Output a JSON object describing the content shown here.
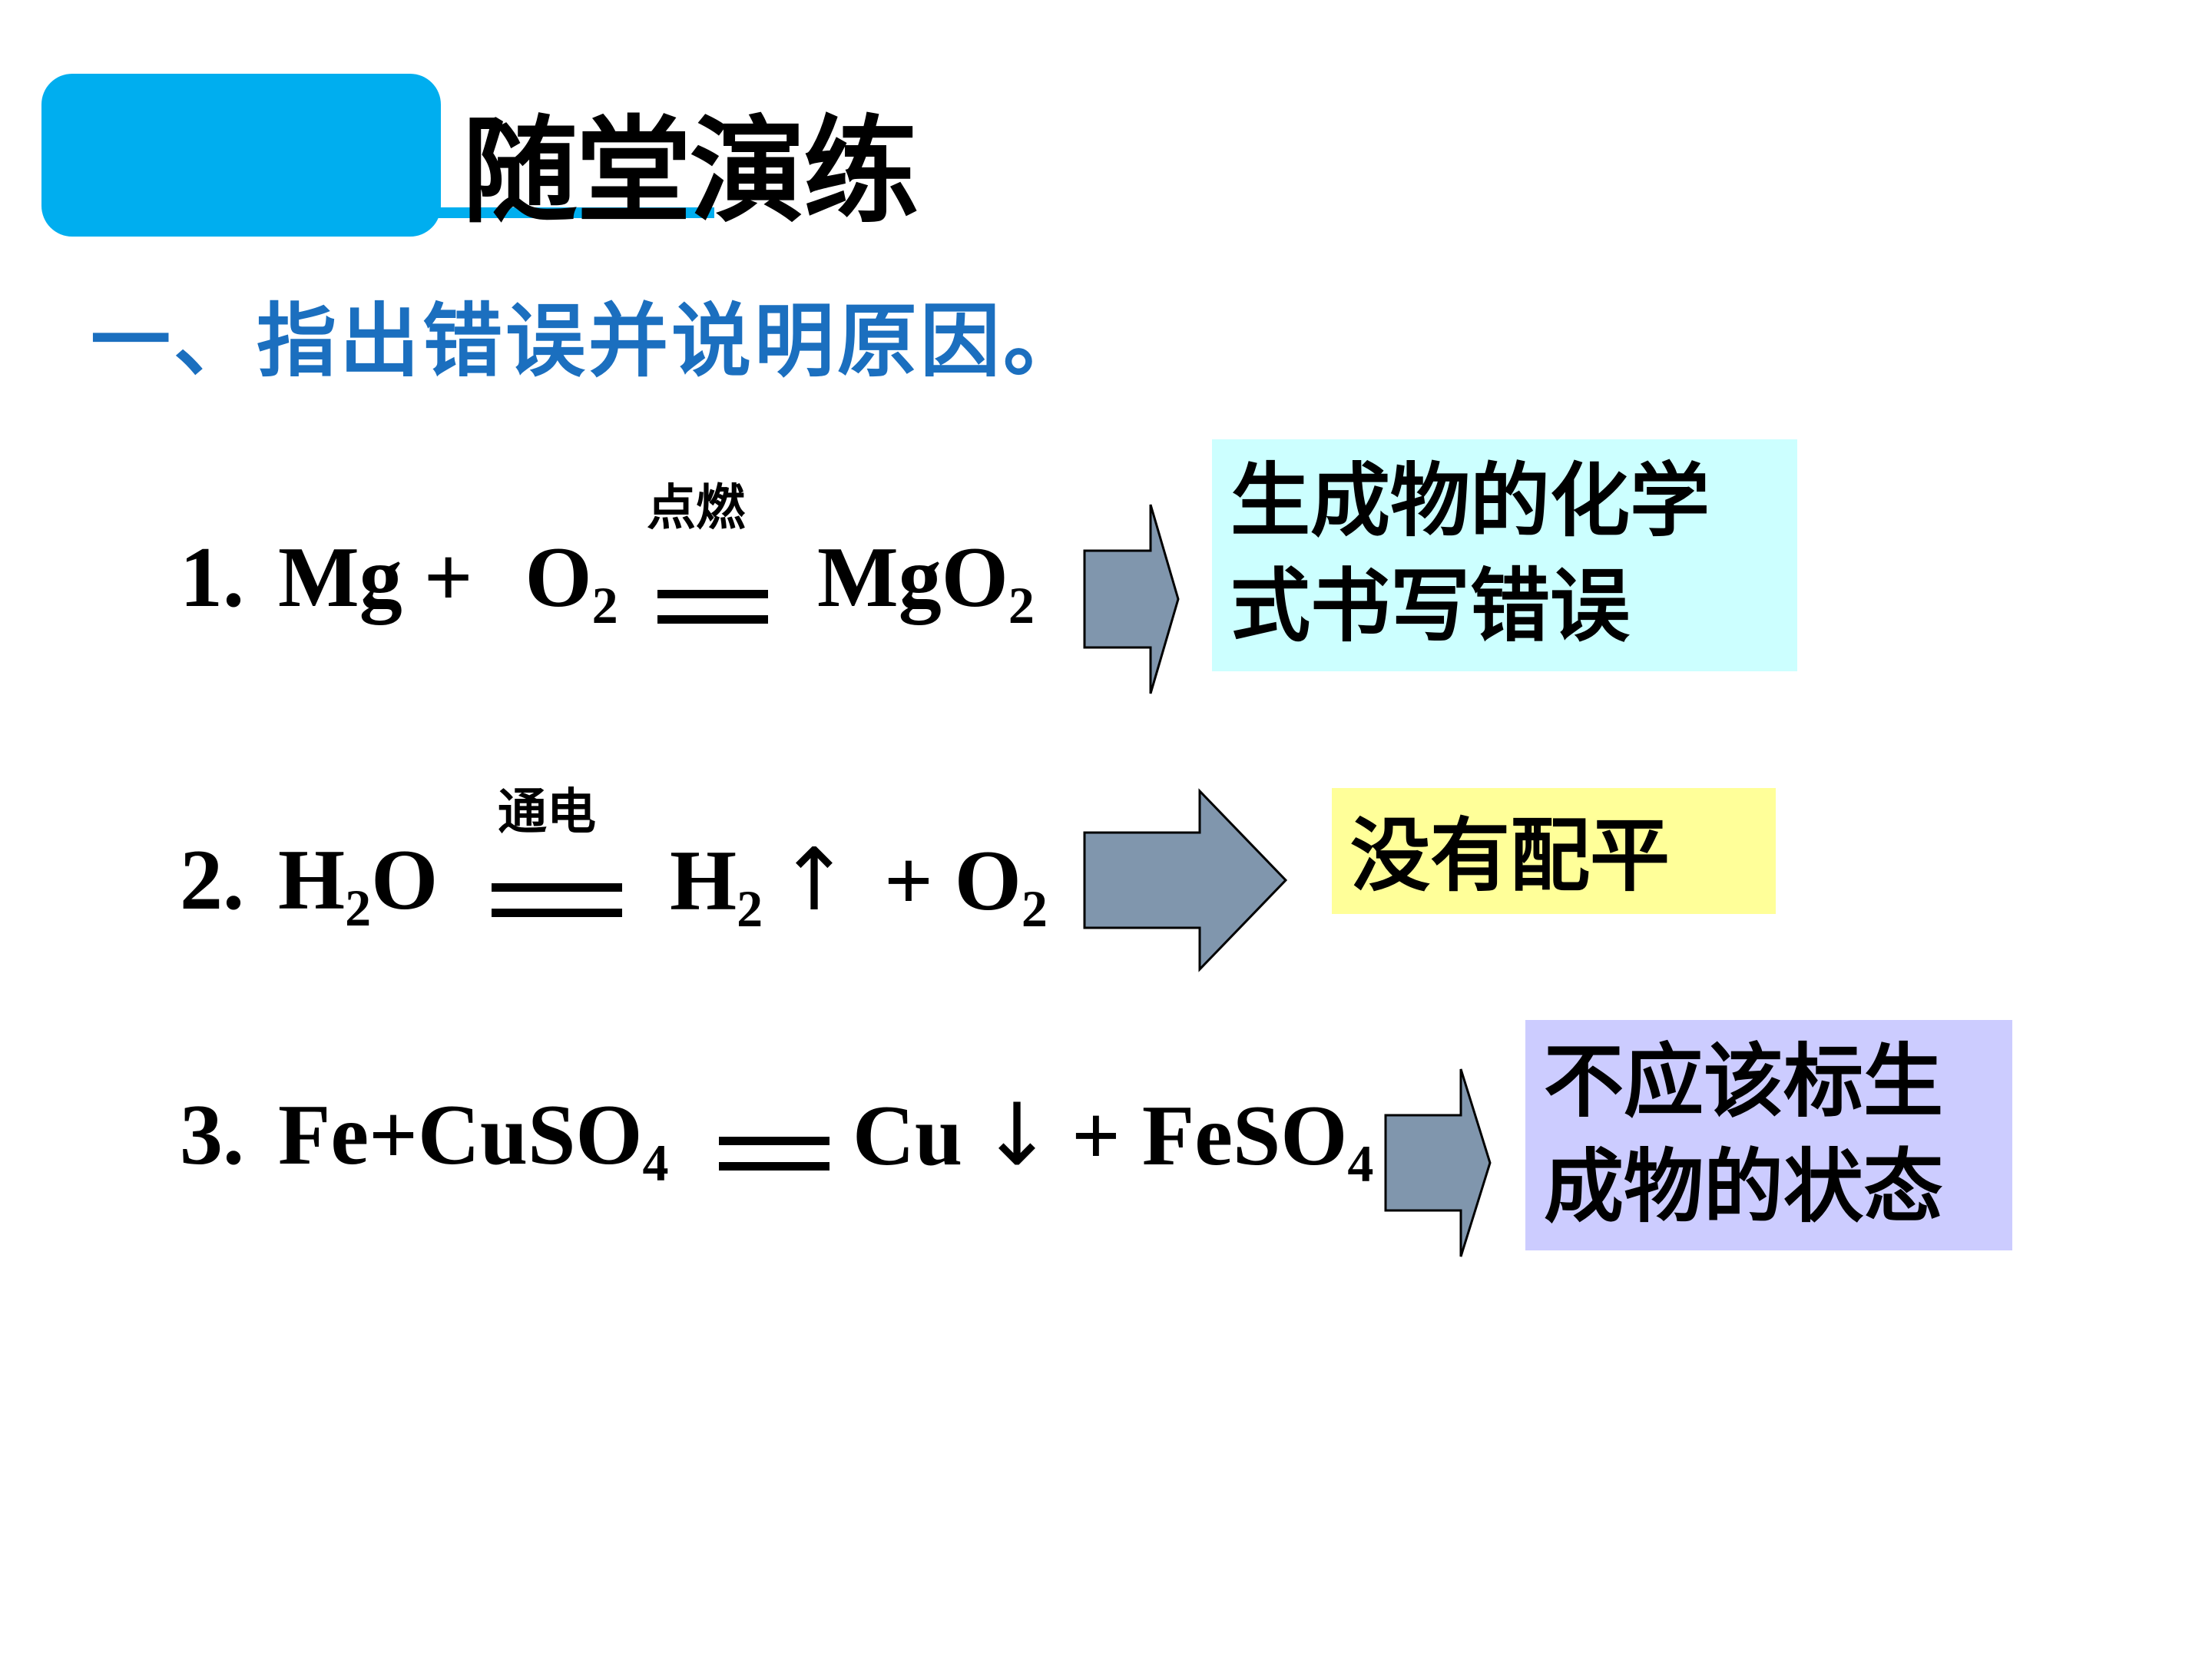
{
  "slide": {
    "title": "随堂演练",
    "subtitle": "一、指出错误并说明原因。",
    "accent_color": "#00aeef",
    "subtitle_color": "#1b6fbf",
    "arrow_color": "#8096ad"
  },
  "items": [
    {
      "number": "1.",
      "reactants": [
        "Mg + ",
        "O",
        "2"
      ],
      "condition": "点燃",
      "products": [
        "MgO",
        "2"
      ],
      "explanation_line1": "生成物的化学",
      "explanation_line2": "式书写错误",
      "box_color": "#ccffff"
    },
    {
      "number": "2.",
      "reactants": [
        "H",
        "2",
        "O"
      ],
      "condition": "通电",
      "products": [
        "H",
        "2",
        "↑",
        "+ O",
        "2"
      ],
      "explanation_line1": "没有配平",
      "box_color": "#ffff99"
    },
    {
      "number": "3.",
      "reactants": [
        "Fe+CuSO",
        "4"
      ],
      "products": [
        "Cu",
        "↓",
        "+ FeSO",
        "4"
      ],
      "explanation_line1": "不应该标生",
      "explanation_line2": "成物的状态",
      "box_color": "#ccccff"
    }
  ]
}
